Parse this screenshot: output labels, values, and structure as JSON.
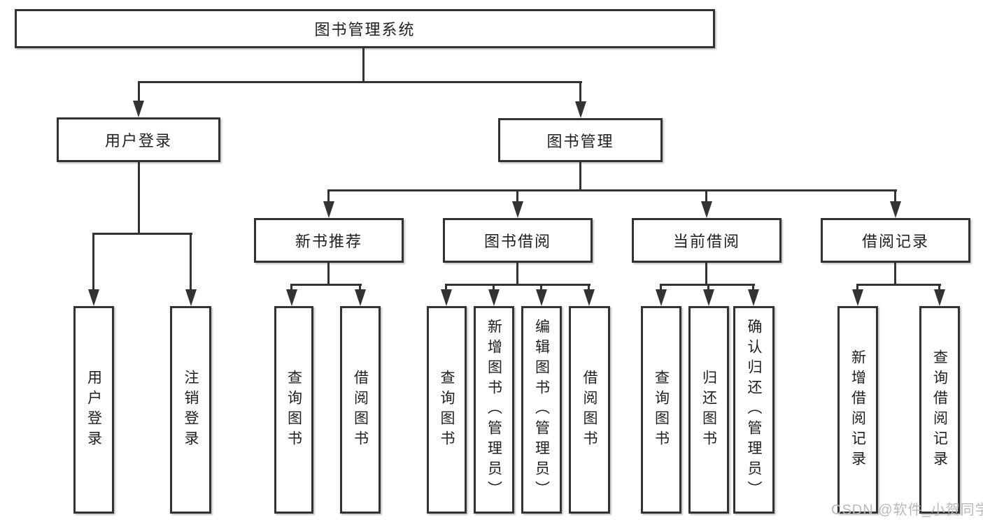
{
  "diagram": {
    "root": {
      "label": "图书管理系统"
    },
    "branches": [
      {
        "label": "用户登录",
        "children": [
          {
            "label": "用户登录"
          },
          {
            "label": "注销登录"
          }
        ]
      },
      {
        "label": "图书管理",
        "children": [
          {
            "label": "新书推荐",
            "children": [
              {
                "label": "查询图书"
              },
              {
                "label": "借阅图书"
              }
            ]
          },
          {
            "label": "图书借阅",
            "children": [
              {
                "label": "查询图书"
              },
              {
                "label": "新增图书（管理员）"
              },
              {
                "label": "编辑图书（管理员）"
              },
              {
                "label": "借阅图书"
              }
            ]
          },
          {
            "label": "当前借阅",
            "children": [
              {
                "label": "查询图书"
              },
              {
                "label": "归还图书"
              },
              {
                "label": "确认归还（管理员）"
              }
            ]
          },
          {
            "label": "借阅记录",
            "children": [
              {
                "label": "新增借阅记录"
              },
              {
                "label": "查询借阅记录"
              }
            ]
          }
        ]
      }
    ],
    "watermark": "CSDN @软件_小贺同学",
    "colors": {
      "line": "#333333",
      "text": "#1f1f1f",
      "watermark": "#b9b9b9",
      "background": "#ffffff"
    }
  }
}
